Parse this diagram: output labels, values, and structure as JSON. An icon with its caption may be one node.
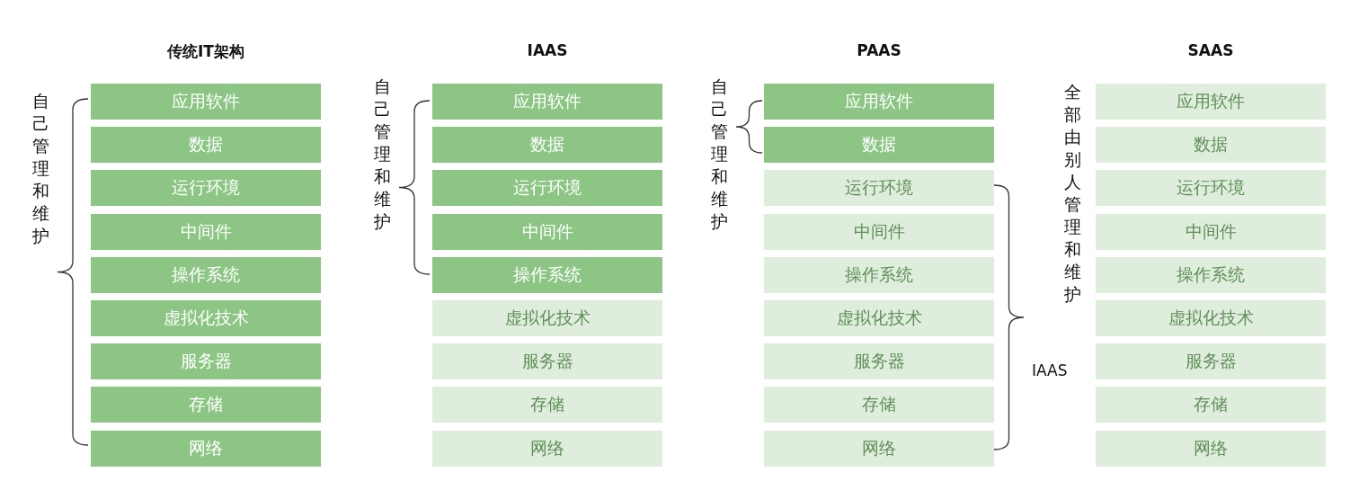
{
  "diagram": {
    "nodes": [
      {
        "text": [
          "应用软件"
        ]
      },
      {
        "text": [
          "数据"
        ]
      },
      {
        "text": [
          "运行环境"
        ]
      },
      {
        "text": [
          "中间件"
        ]
      },
      {
        "text": [
          "操作系统"
        ]
      },
      {
        "text": [
          "虚拟化技术"
        ]
      },
      {
        "text": [
          "服务器"
        ]
      },
      {
        "text": [
          "存储"
        ]
      },
      {
        "text": [
          "网络"
        ]
      },
      {
        "text": [
          "应用软件"
        ]
      },
      {
        "text": [
          "数据"
        ]
      },
      {
        "text": [
          "运行环境"
        ]
      },
      {
        "text": [
          "中间件"
        ]
      },
      {
        "text": [
          "操作系统"
        ]
      },
      {
        "text": [
          "虚拟化技术"
        ]
      },
      {
        "text": [
          "服务器"
        ]
      },
      {
        "text": [
          "存储"
        ]
      },
      {
        "text": [
          "网络"
        ]
      },
      {
        "text": [
          "应用软件"
        ]
      },
      {
        "text": [
          "数据"
        ]
      },
      {
        "text": [
          "运行环境"
        ]
      },
      {
        "text": [
          "中间件"
        ]
      },
      {
        "text": [
          "操作系统"
        ]
      },
      {
        "text": [
          "虚拟化技术"
        ]
      },
      {
        "text": [
          "服务器"
        ]
      },
      {
        "text": [
          "存储"
        ]
      },
      {
        "text": [
          "网络"
        ]
      },
      {
        "text": [
          "应用软件"
        ]
      },
      {
        "text": [
          "数据"
        ]
      },
      {
        "text": [
          "运行环境"
        ]
      },
      {
        "text": [
          "中间件"
        ]
      },
      {
        "text": [
          "操作系统"
        ]
      },
      {
        "text": [
          "虚拟化技术"
        ]
      },
      {
        "text": [
          "服务器"
        ]
      },
      {
        "text": [
          "存储"
        ]
      },
      {
        "text": [
          "网络"
        ]
      }
    ],
    "labels": [
      "传统IT架构",
      "IAAS",
      "PAAS",
      "SAAS",
      "自己管理和维护",
      "自己管理和维护",
      "自己管理和维护",
      "全部由别人管理和维护",
      "IAAS"
    ]
  }
}
